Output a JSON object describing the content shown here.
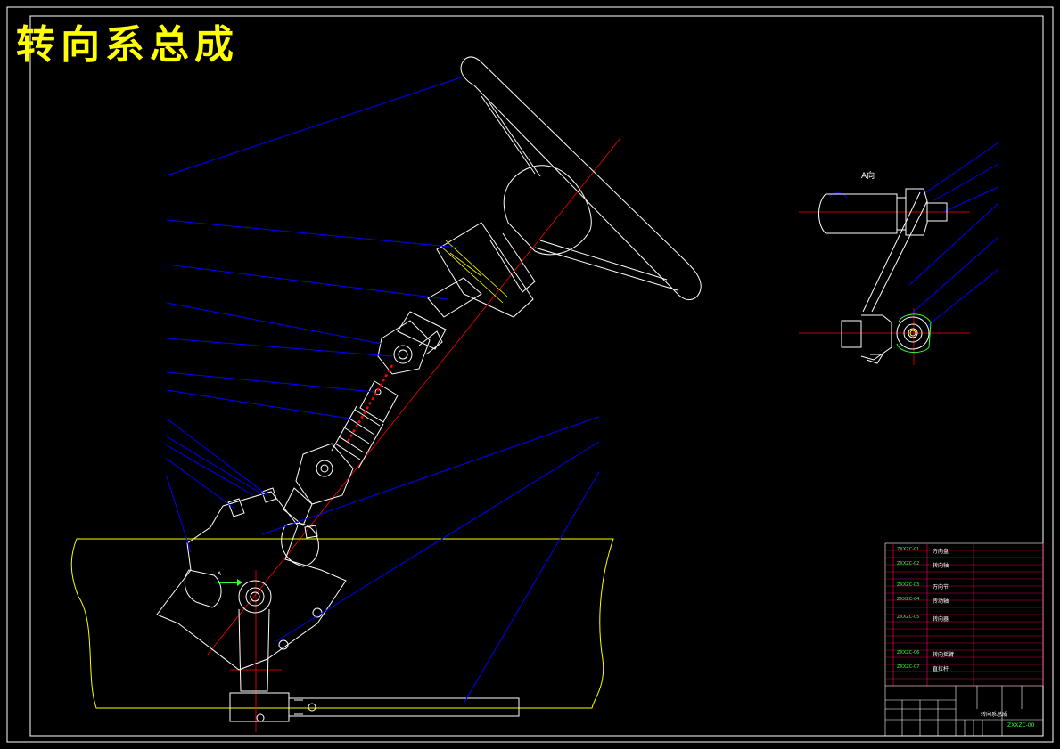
{
  "drawing": {
    "title": "转向系总成",
    "view_label": "A向",
    "direction_label": "A"
  },
  "colors": {
    "background": "#000000",
    "title": "#ffff00",
    "outline": "#ffffff",
    "leader": "#0000ff",
    "centerline": "#ff0000",
    "body": "#ffff00",
    "notes": "#ff33ff",
    "codes": "#33ff33",
    "frame_grid": "#ff0066"
  },
  "title_block": {
    "drawing_name": "转向系总成",
    "drawing_code": "ZXXZC-00",
    "parts": [
      {
        "code": "ZXXZC-01",
        "name": "方向盘"
      },
      {
        "code": "ZXXZC-02",
        "name": "转向轴"
      },
      {
        "code": "ZXXZC-03",
        "name": "万向节"
      },
      {
        "code": "ZXXZC-04",
        "name": "传动轴"
      },
      {
        "code": "ZXXZC-05",
        "name": "转向器"
      },
      {
        "code": "ZXXZC-06",
        "name": "转向摇臂"
      },
      {
        "code": "ZXXZC-07",
        "name": "直拉杆"
      }
    ]
  }
}
